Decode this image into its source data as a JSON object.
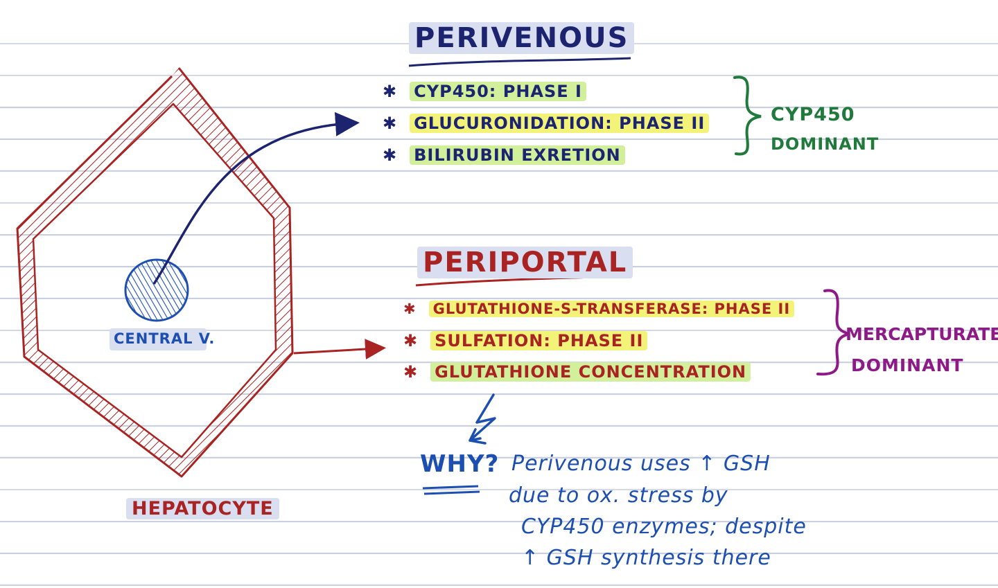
{
  "diagram": {
    "perivenous": {
      "title": "Perivenous",
      "items": [
        "CYP450: PHASE I",
        "GLUCURONIDATION: PHASE II",
        "BILIRUBIN EXRETION"
      ],
      "note": [
        "CYP450",
        "DOMINANT"
      ]
    },
    "periportal": {
      "title": "Periportal",
      "items": [
        "GLUTATHIONE-S-TRANSFERASE: PHASE II",
        "SULFATION: PHASE II",
        "GLUTATHIONE CONCENTRATION"
      ],
      "note": [
        "MERCAPTURATE",
        "DOMINANT"
      ]
    },
    "central_vein_label": "CENTRAL V.",
    "hepatocyte_label": "HEPATOCYTE",
    "bullet": "✱",
    "why": {
      "label": "WHY?",
      "lines": [
        "Perivenous uses ↑ GSH",
        "due to ox. stress by",
        "CYP450 enzymes; despite",
        "↑ GSH synthesis there"
      ]
    },
    "colors": {
      "navy": "#1c2470",
      "red": "#a82321",
      "blue": "#1d4fb0",
      "green": "#1f7a3c",
      "purple": "#8d1a86",
      "highlight_green": "#d2ef9c",
      "highlight_yellow": "#f3f37a",
      "highlight_lavender": "#d9def0"
    }
  }
}
